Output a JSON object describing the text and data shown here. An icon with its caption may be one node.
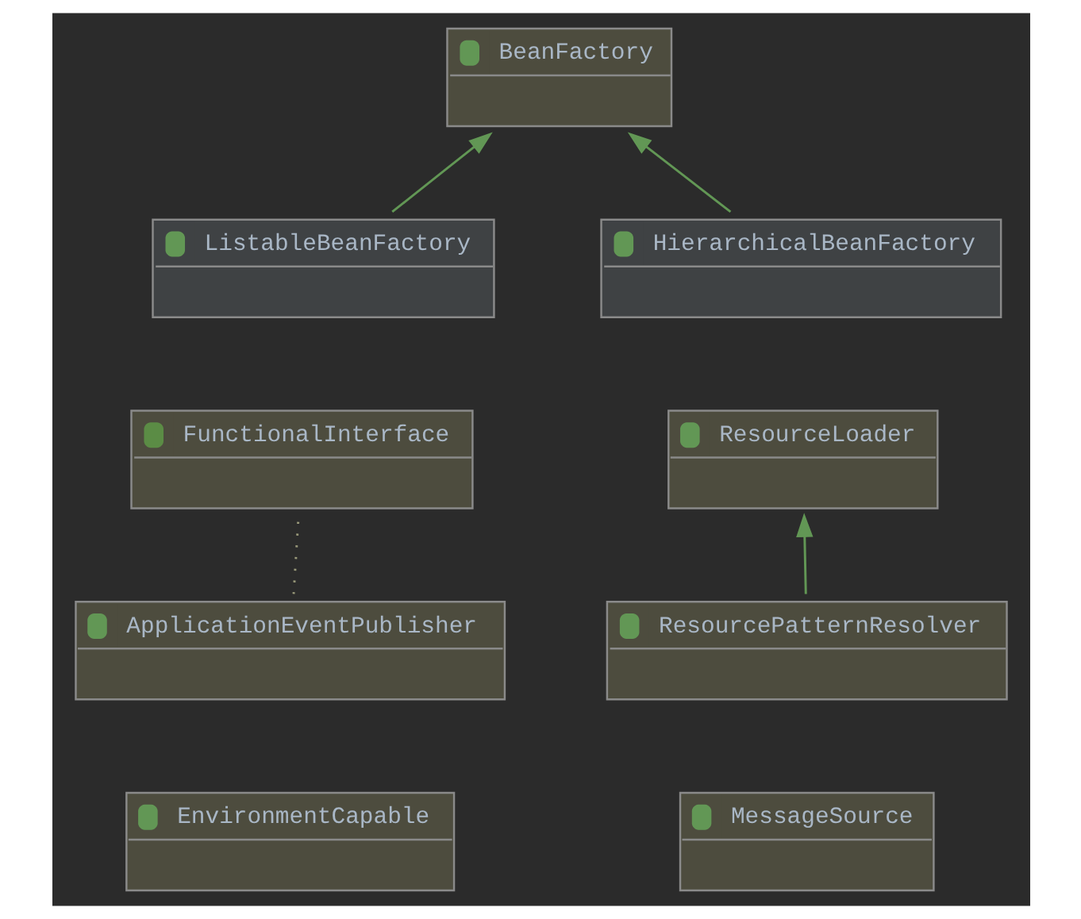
{
  "diagram": {
    "nodes": [
      {
        "text": [
          "BeanFactory"
        ]
      },
      {
        "text": [
          "ListableBeanFactory"
        ]
      },
      {
        "text": [
          "HierarchicalBeanFactory"
        ]
      },
      {
        "text": [
          "FunctionalInterface"
        ]
      },
      {
        "text": [
          "ResourceLoader"
        ]
      },
      {
        "text": [
          "ApplicationEventPublisher"
        ]
      },
      {
        "text": [
          "ResourcePatternResolver"
        ]
      },
      {
        "text": [
          "EnvironmentCapable"
        ]
      },
      {
        "text": [
          "MessageSource"
        ]
      }
    ],
    "edges": [
      {
        "from": 1,
        "to": 0,
        "arrow": "to"
      },
      {
        "from": 2,
        "to": 0,
        "arrow": "to"
      },
      {
        "from": 5,
        "to": 3,
        "arrow": "none",
        "style": "dashed",
        "color": "#9a9a7a"
      },
      {
        "from": 6,
        "to": 4,
        "arrow": "to"
      }
    ]
  }
}
